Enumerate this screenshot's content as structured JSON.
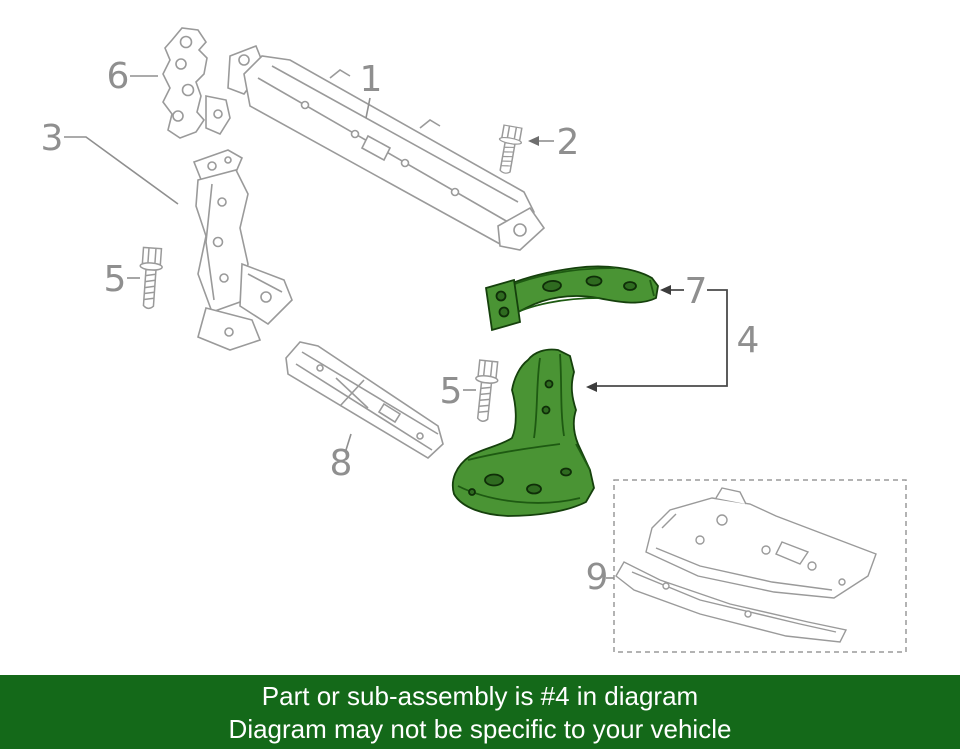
{
  "diagram": {
    "callouts": [
      {
        "label": "1"
      },
      {
        "label": "2"
      },
      {
        "label": "3"
      },
      {
        "label": "4"
      },
      {
        "label": "5"
      },
      {
        "label": "5"
      },
      {
        "label": "6"
      },
      {
        "label": "7"
      },
      {
        "label": "8"
      },
      {
        "label": "9"
      }
    ],
    "highlighted_parts": [
      "7",
      "4"
    ],
    "colors": {
      "highlight_fill": "#4a9434",
      "highlight_stroke": "#15400c",
      "line_art": "#9a9a9a",
      "callout_text": "#8f8f8f"
    }
  },
  "banner": {
    "line1": "Part or sub-assembly is #4 in diagram",
    "line2": "Diagram may not be specific to your vehicle",
    "background": "#146919",
    "text_color": "#ffffff"
  }
}
